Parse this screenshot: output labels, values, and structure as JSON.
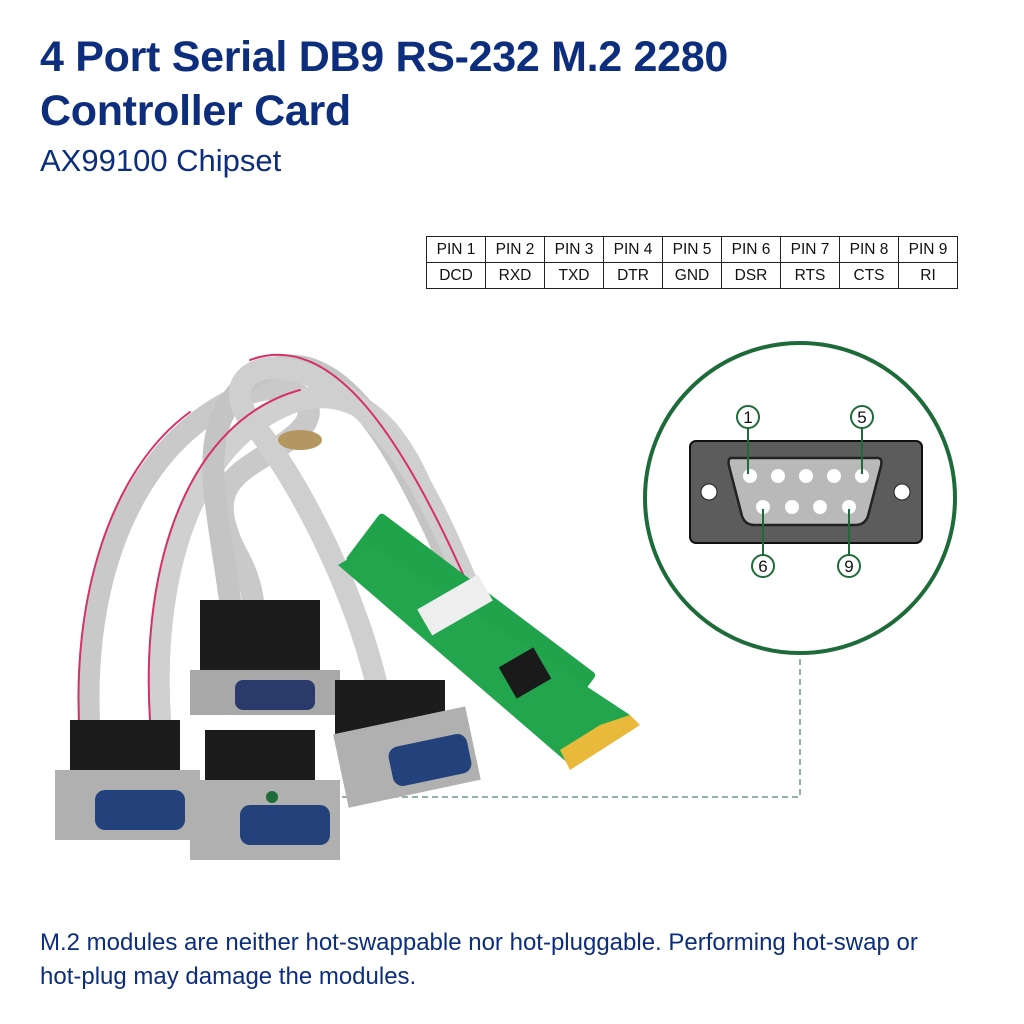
{
  "header": {
    "title_line1": "4 Port Serial DB9 RS-232 M.2 2280",
    "title_line2": "Controller Card",
    "subtitle": "AX99100 Chipset"
  },
  "pin_table": {
    "pins": [
      "PIN 1",
      "PIN 2",
      "PIN 3",
      "PIN 4",
      "PIN 5",
      "PIN 6",
      "PIN 7",
      "PIN 8",
      "PIN 9"
    ],
    "signals": [
      "DCD",
      "RXD",
      "TXD",
      "DTR",
      "GND",
      "DSR",
      "RTS",
      "CTS",
      "RI"
    ]
  },
  "connector_diagram": {
    "labels": [
      "1",
      "5",
      "6",
      "9"
    ],
    "accent_color": "#1e6b3a"
  },
  "note": "M.2 modules are neither hot-swappable nor hot-pluggable. Performing hot-swap or hot-plug may damage the modules."
}
